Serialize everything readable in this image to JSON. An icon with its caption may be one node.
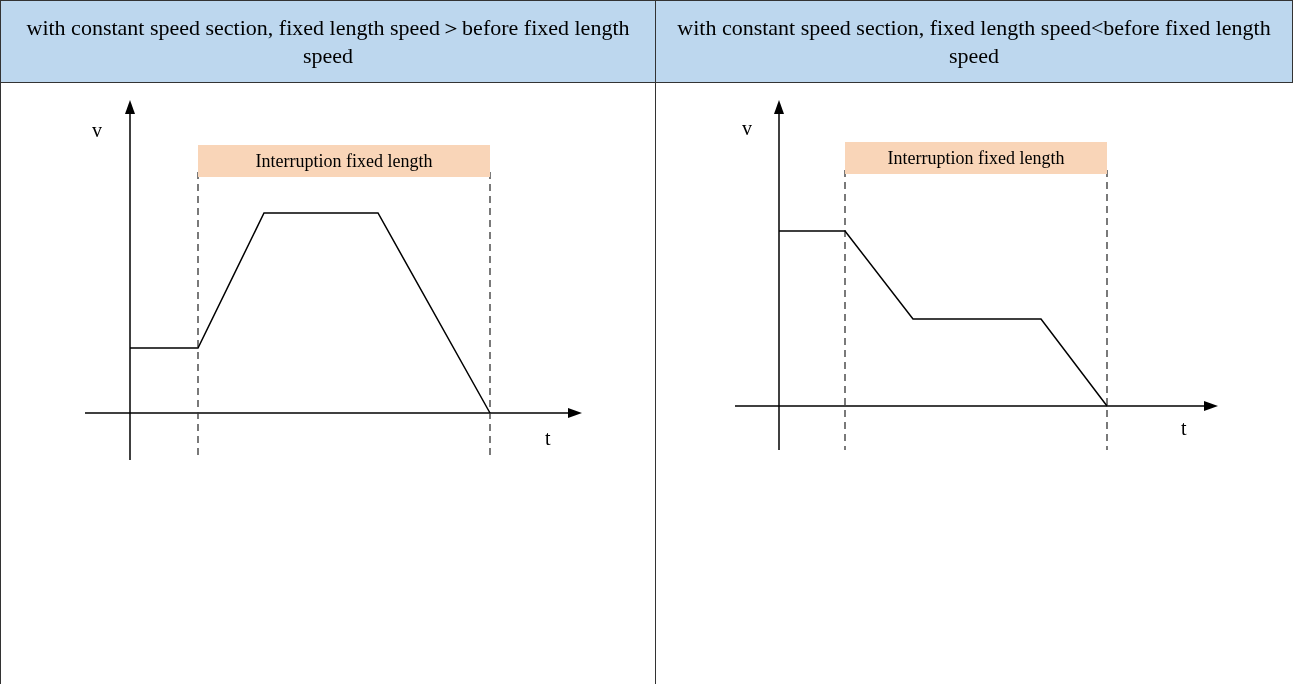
{
  "diagram": {
    "nodes": [
      {
        "text": [
          "with constant speed section, fixed length speed＞before fixed length speed"
        ]
      },
      {
        "text": [
          "with constant speed section, fixed length speed<before fixed length speed"
        ]
      },
      {
        "text": [
          "Interruption fixed length"
        ]
      },
      {
        "text": [
          "Interruption fixed length"
        ]
      }
    ],
    "labels": [
      "v",
      "t",
      "v",
      "t"
    ]
  }
}
